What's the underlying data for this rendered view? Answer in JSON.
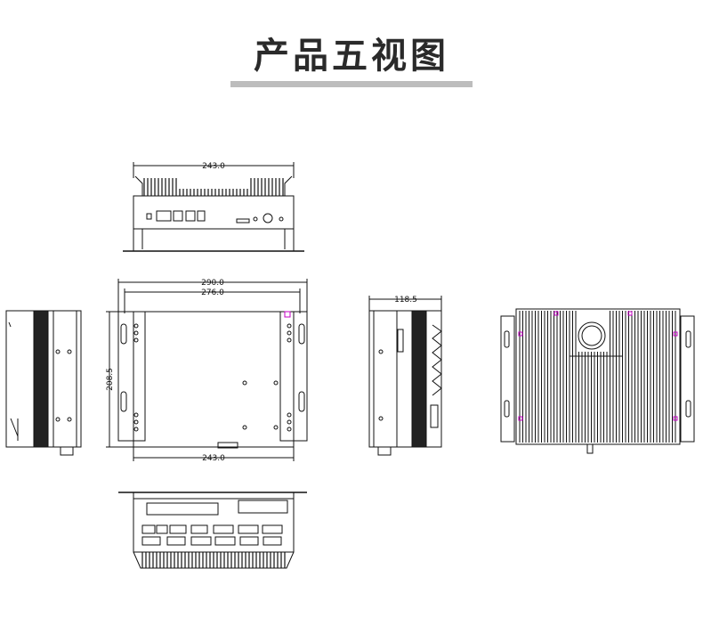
{
  "heading": {
    "title": "产品五视图"
  },
  "dimensions": {
    "top_width": "243.0",
    "front_overall_width": "290.0",
    "front_hole_spacing": "276.0",
    "front_height": "208.5",
    "front_bottom_width": "243.0",
    "side_depth": "118.5"
  },
  "colors": {
    "line": "#111111",
    "accent": "#c400c4",
    "title_bar": "#bdbdbd"
  },
  "views": [
    "top-view",
    "left-side-view",
    "front-view",
    "right-side-view",
    "rear-view",
    "bottom-view"
  ]
}
